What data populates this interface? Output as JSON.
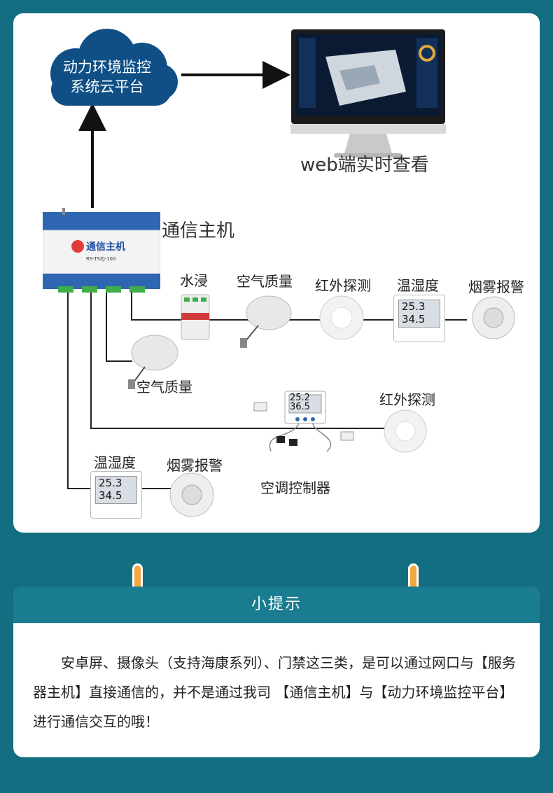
{
  "platform": {
    "line1": "动力环境监控",
    "line2": "系统云平台"
  },
  "web_view": {
    "label": "web端实时查看"
  },
  "hub": {
    "label": "通信主机",
    "brand": "通信主机",
    "model": "RS-TSZJ-100"
  },
  "devices": {
    "water": "水浸",
    "air_quality_top": "空气质量",
    "infrared_top": "红外探测",
    "temp_humidity_top": "温湿度",
    "smoke_top": "烟雾报警",
    "air_quality_mid": "空气质量",
    "infrared_mid": "红外探测",
    "temp_humidity_bottom": "温湿度",
    "smoke_bottom": "烟雾报警",
    "ac_controller": "空调控制器"
  },
  "readouts": {
    "th_temp": "25.3",
    "th_hum": "34.5",
    "ac_temp": "25.2",
    "ac_hum": "36.5"
  },
  "tips": {
    "title": "小提示",
    "paragraph": "安卓屏、摄像头（支持海康系列）、门禁这三类，是可以通过网口与【服务器主机】直接通信的，并不是通过我司 【通信主机】与【动力环境监控平台】进行通信交互的哦！"
  },
  "colors": {
    "background": "#136e82",
    "cloud": "#0f4f86",
    "tips_header": "#1a7c91",
    "peg": "#f3a640"
  }
}
